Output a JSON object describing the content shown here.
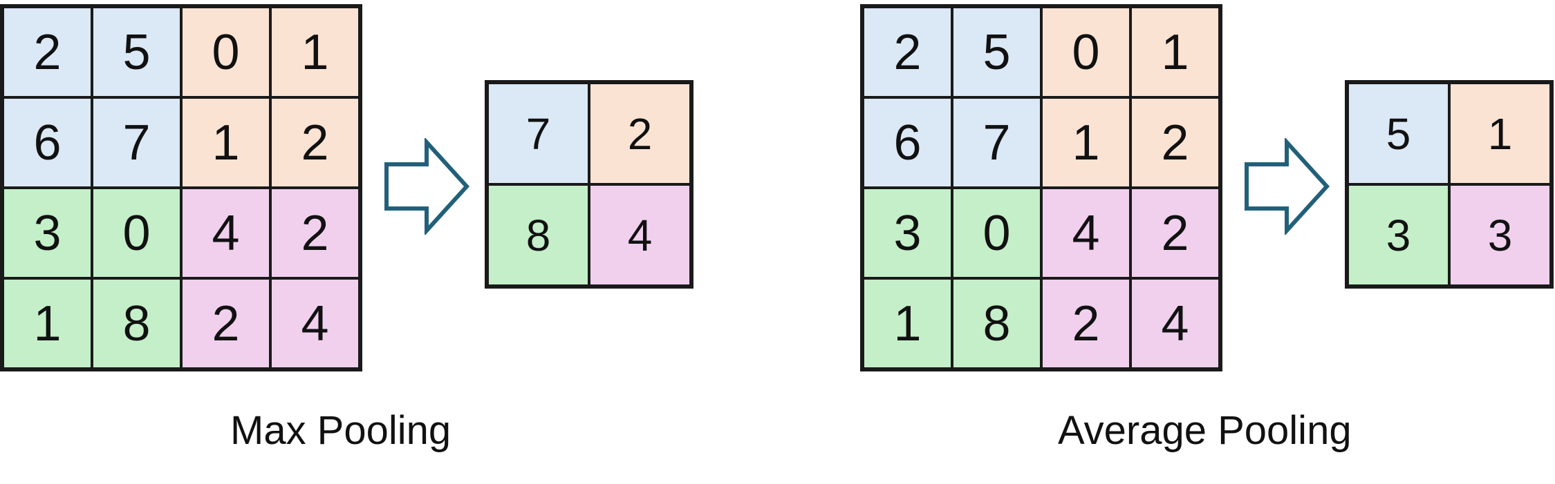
{
  "colors": {
    "top_left": "#dbe8f5",
    "top_right": "#fbe3d4",
    "bottom_left": "#c4efc8",
    "bottom_right": "#f1d0ee",
    "arrow": "#22607a",
    "border": "#1a1a1a"
  },
  "max_pooling": {
    "input": [
      [
        "2",
        "5",
        "0",
        "1"
      ],
      [
        "6",
        "7",
        "1",
        "2"
      ],
      [
        "3",
        "0",
        "4",
        "2"
      ],
      [
        "1",
        "8",
        "2",
        "4"
      ]
    ],
    "output": [
      [
        "7",
        "2"
      ],
      [
        "8",
        "4"
      ]
    ],
    "caption": "Max Pooling"
  },
  "average_pooling": {
    "input": [
      [
        "2",
        "5",
        "0",
        "1"
      ],
      [
        "6",
        "7",
        "1",
        "2"
      ],
      [
        "3",
        "0",
        "4",
        "2"
      ],
      [
        "1",
        "8",
        "2",
        "4"
      ]
    ],
    "output": [
      [
        "5",
        "1"
      ],
      [
        "3",
        "3"
      ]
    ],
    "caption": "Average Pooling"
  }
}
